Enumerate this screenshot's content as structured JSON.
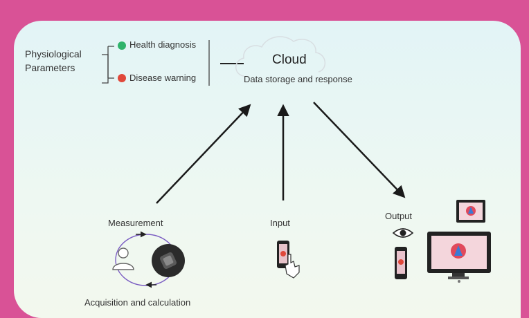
{
  "diagram": {
    "physiological_label_line1": "Physiological",
    "physiological_label_line2": "Parameters",
    "health_diagnosis": "Health diagnosis",
    "disease_warning": "Disease warning",
    "cloud_title": "Cloud",
    "cloud_subtitle": "Data storage and response",
    "measurement_label": "Measurement",
    "input_label": "Input",
    "output_label": "Output",
    "acquisition_label": "Acquisition and calculation"
  },
  "colors": {
    "background": "#d95296",
    "health_dot": "#2fb36b",
    "warning_dot": "#e0483a",
    "arrow": "#1a1a1a"
  },
  "icons": [
    "cloud-icon",
    "person-icon",
    "smartwatch-icon",
    "phone-touch-icon",
    "eye-icon",
    "phone-icon",
    "tablet-icon",
    "monitor-icon"
  ]
}
